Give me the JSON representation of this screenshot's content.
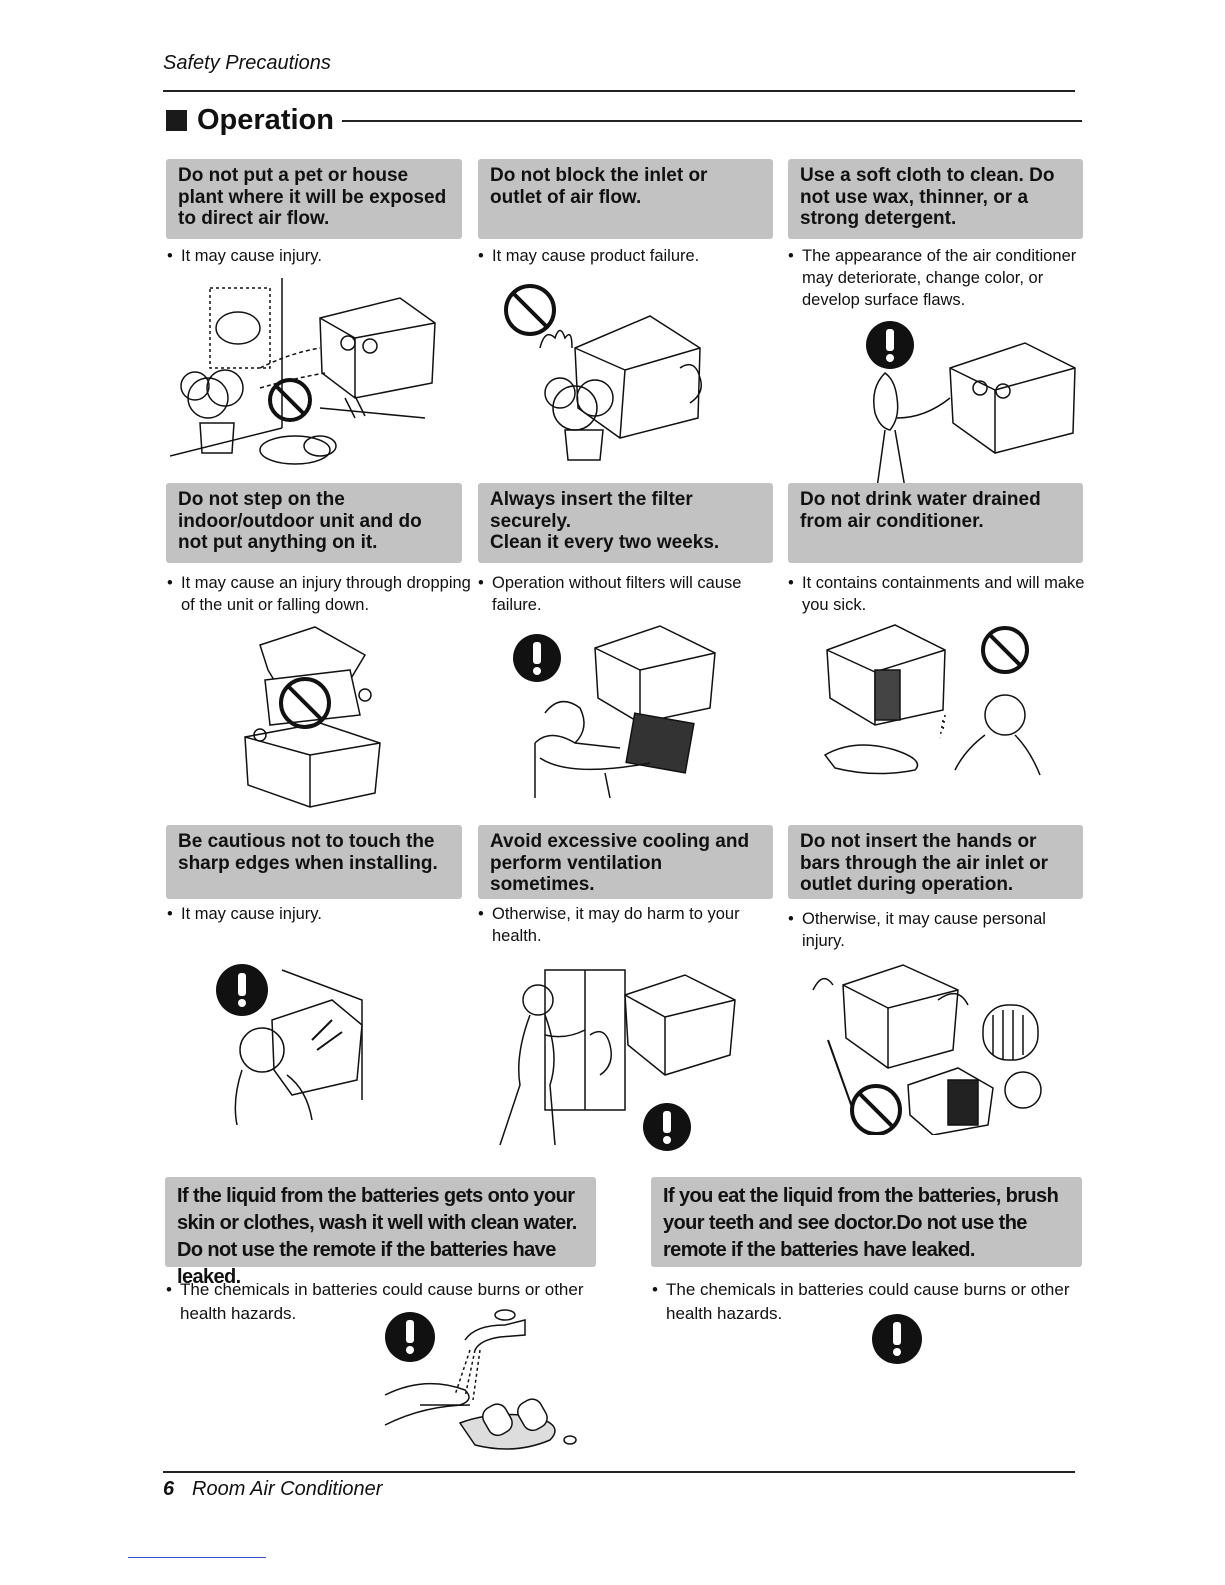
{
  "header": {
    "title": "Safety Precautions"
  },
  "section": {
    "title": "Operation"
  },
  "cards": [
    {
      "heading": "Do not put a pet or house plant where it will be exposed to direct air flow.",
      "note": "It may cause injury."
    },
    {
      "heading": "Do not block the inlet or outlet of  air flow.",
      "note": "It may cause product failure."
    },
    {
      "heading": "Use a soft cloth to clean. Do not use wax, thinner, or a strong detergent.",
      "note": "The appearance of the air conditioner may deteriorate, change color, or develop surface flaws."
    },
    {
      "heading": "Do not step on the indoor/outdoor unit and do not put anything on it.",
      "note": "It may cause an injury through dropping of the unit or falling down."
    },
    {
      "heading_line1": "Always insert the filter securely.",
      "heading_line2": "Clean it every two weeks.",
      "note": "Operation without filters will cause failure."
    },
    {
      "heading": "Do not drink water drained from air conditioner.",
      "note": "It contains containments and will make you sick."
    },
    {
      "heading": "Be cautious not to touch the sharp edges when installing.",
      "note": "It may cause injury."
    },
    {
      "heading": "Avoid excessive cooling and perform ventilation sometimes.",
      "note": "Otherwise, it may do harm to your health."
    },
    {
      "heading": "Do not insert the hands or bars through the air inlet or outlet during operation.",
      "note": "Otherwise, it may cause personal injury."
    }
  ],
  "battery_cards": [
    {
      "heading": "If the liquid from the batteries gets onto your skin or clothes, wash it well with clean water. Do not use the remote if the batteries have leaked.",
      "note": "The chemicals in batteries could cause burns or other health hazards."
    },
    {
      "heading": "If you eat the liquid from the batteries, brush your teeth and see doctor.Do not use the remote if the batteries have leaked.",
      "note": "The chemicals in batteries could cause burns or other health hazards."
    }
  ],
  "footer": {
    "page_number": "6",
    "title": "Room Air Conditioner"
  },
  "bullet": "•"
}
